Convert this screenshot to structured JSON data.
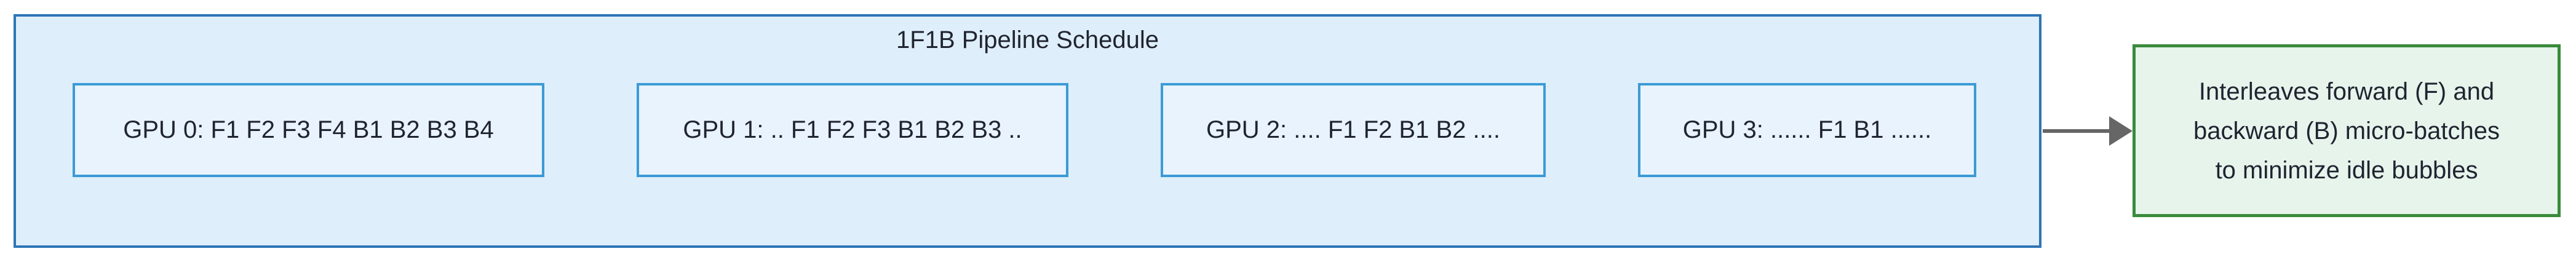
{
  "diagram": {
    "title": "1F1B Pipeline Schedule",
    "gpu_boxes": [
      {
        "label": "GPU 0: F1 F2 F3 F4 B1 B2 B3 B4"
      },
      {
        "label": "GPU 1: .. F1 F2 F3 B1 B2 B3 .."
      },
      {
        "label": "GPU 2: .... F1 F2 B1 B2 ...."
      },
      {
        "label": "GPU 3: ...... F1 B1 ......"
      }
    ],
    "annotation": {
      "text": "Interleaves forward (F) and backward (B) micro-batches to minimize idle bubbles",
      "lines": [
        "Interleaves forward (F) and",
        "backward (B) micro-batches",
        "to minimize idle bubbles"
      ]
    },
    "colors": {
      "container_fill": "#dfeefb",
      "container_border": "#2e75b6",
      "gpu_fill": "#e8f3fd",
      "gpu_border": "#3c9bd5",
      "annotation_fill": "#e7f4ec",
      "annotation_border": "#3a8a3c",
      "arrow": "#666666",
      "text": "#1f2430"
    }
  }
}
